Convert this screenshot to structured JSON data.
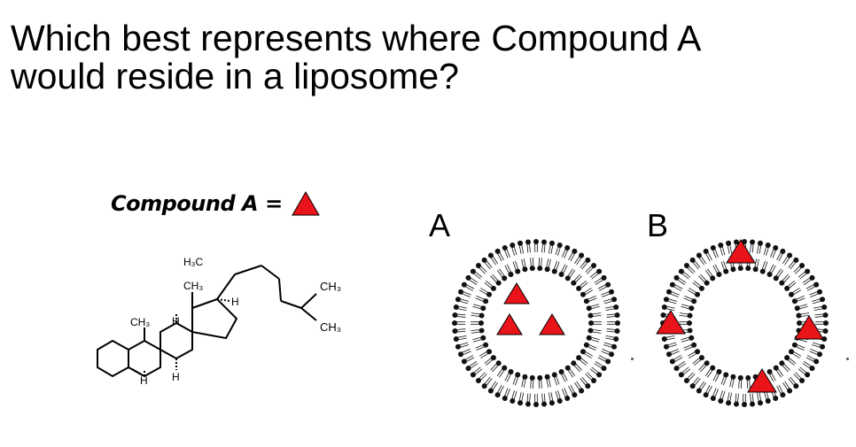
{
  "question": {
    "line1": "Which best represents where Compound A",
    "line2": "would reside in a liposome?"
  },
  "legend": {
    "label": "Compound A",
    "equals": "="
  },
  "molecule": {
    "h3c": "H₃C",
    "ch3_top": "CH₃",
    "ch3_left": "CH₃",
    "h_side": "H",
    "h_mid": "H",
    "h_bottom1": "H",
    "h_bottom2": "H",
    "ch3_right1": "CH₃",
    "ch3_right2": "CH₃"
  },
  "options": {
    "a": {
      "letter": "A",
      "placement": "interior (aqueous core)"
    },
    "b": {
      "letter": "B",
      "placement": "within lipid bilayer"
    }
  },
  "colors": {
    "triangle": "#e8141a",
    "triangle_outline": "#000000",
    "lipid": "#111111"
  }
}
